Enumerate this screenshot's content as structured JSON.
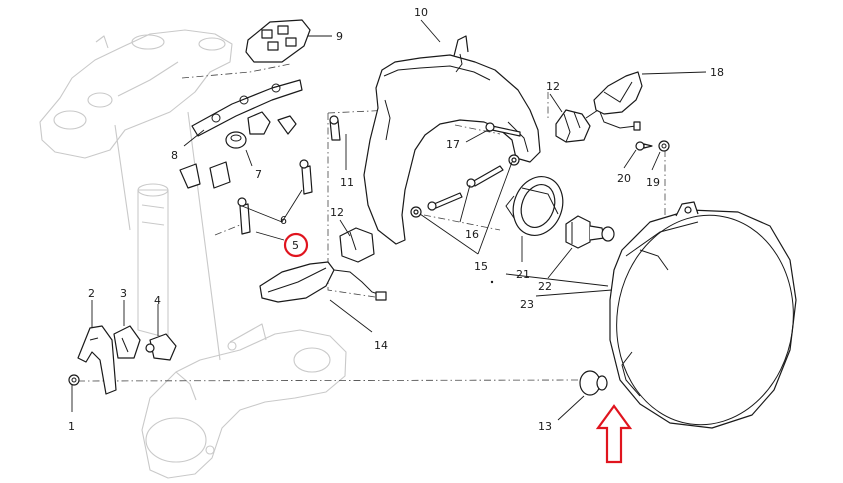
{
  "colors": {
    "line": "#1a1a1a",
    "ghost": "#c9c9c9",
    "highlight": "#e0141e"
  },
  "highlight": {
    "part": "5",
    "circle_icon": "red-circle-icon",
    "arrow_icon": "red-up-arrow-icon"
  },
  "labels": {
    "p1": "1",
    "p2": "2",
    "p3": "3",
    "p4": "4",
    "p5": "5",
    "p6": "6",
    "p7": "7",
    "p8": "8",
    "p9": "9",
    "p10": "10",
    "p11": "11",
    "p12a": "12",
    "p12b": "12",
    "p13": "13",
    "p14": "14",
    "p15": "15",
    "p16": "16",
    "p17": "17",
    "p18": "18",
    "p19": "19",
    "p20": "20",
    "p21": "21",
    "p22": "22",
    "p23": "23"
  }
}
